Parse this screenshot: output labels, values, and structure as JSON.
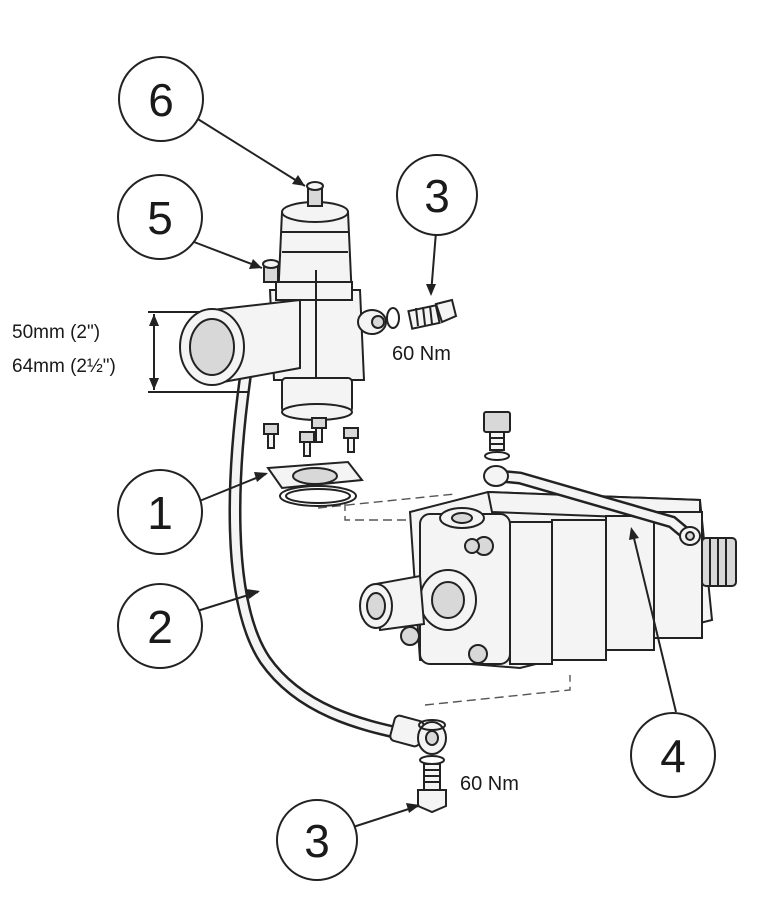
{
  "callouts": {
    "c1": "1",
    "c2": "2",
    "c3_top": "3",
    "c3_bottom": "3",
    "c4": "4",
    "c5": "5",
    "c6": "6"
  },
  "torque": {
    "top": "60 Nm",
    "bottom": "60 Nm"
  },
  "dimensions": {
    "line1": "50mm (2\")",
    "line2": "64mm (2½\")"
  },
  "colors": {
    "stroke": "#222222",
    "fill": "#f4f4f4",
    "shade": "#d8d8d8"
  }
}
